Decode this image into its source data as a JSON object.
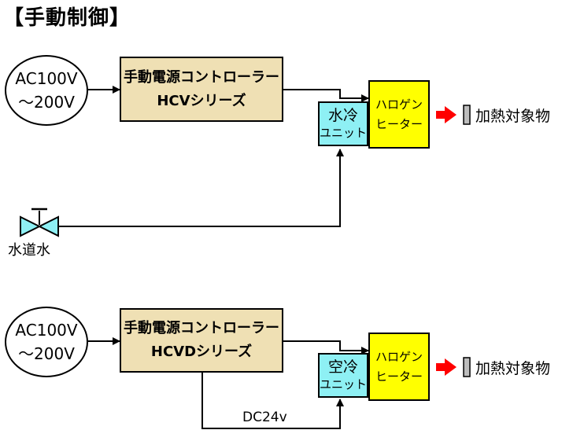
{
  "title": "【手動制御】",
  "diagram1": {
    "power": {
      "line1": "AC100V",
      "line2": "～200V"
    },
    "controller": {
      "line1": "手動電源コントローラー",
      "line2": "HCVシリーズ"
    },
    "cooling": {
      "line1": "水冷",
      "line2": "ユニット"
    },
    "heater": {
      "line1": "ハロゲン",
      "line2": "ヒーター"
    },
    "target": "加熱対象物",
    "water_label": "水道水"
  },
  "diagram2": {
    "power": {
      "line1": "AC100V",
      "line2": "～200V"
    },
    "controller": {
      "line1": "手動電源コントローラー",
      "line2": "HCVDシリーズ"
    },
    "cooling": {
      "line1": "空冷",
      "line2": "ユニット"
    },
    "heater": {
      "line1": "ハロゲン",
      "line2": "ヒーター"
    },
    "target": "加熱対象物",
    "dc_label": "DC24v"
  },
  "colors": {
    "controller_fill": "#efe0b4",
    "cooling_fill": "#8ef0f4",
    "heater_fill": "#ffff00",
    "arrow_red": "#ff0000",
    "valve_fill": "#8ef0f4",
    "target_bar": "#bdbdbd"
  },
  "icons": {
    "valve": "valve-icon",
    "heat_arrow": "red-arrow-icon",
    "target_block": "target-bar-icon"
  }
}
